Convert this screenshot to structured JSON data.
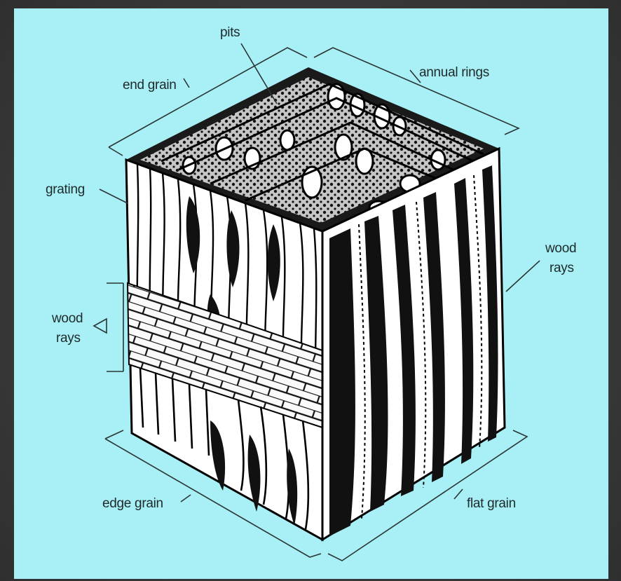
{
  "diagram": {
    "background_color": "#a8f0f6",
    "labels": {
      "pits": "pits",
      "end_grain": "end grain",
      "annual_rings": "annual rings",
      "grating": "grating",
      "wood_rays_right_line1": "wood",
      "wood_rays_right_line2": "rays",
      "wood_rays_left_line1": "wood",
      "wood_rays_left_line2": "rays",
      "edge_grain": "edge grain",
      "flat_grain": "flat grain"
    }
  }
}
